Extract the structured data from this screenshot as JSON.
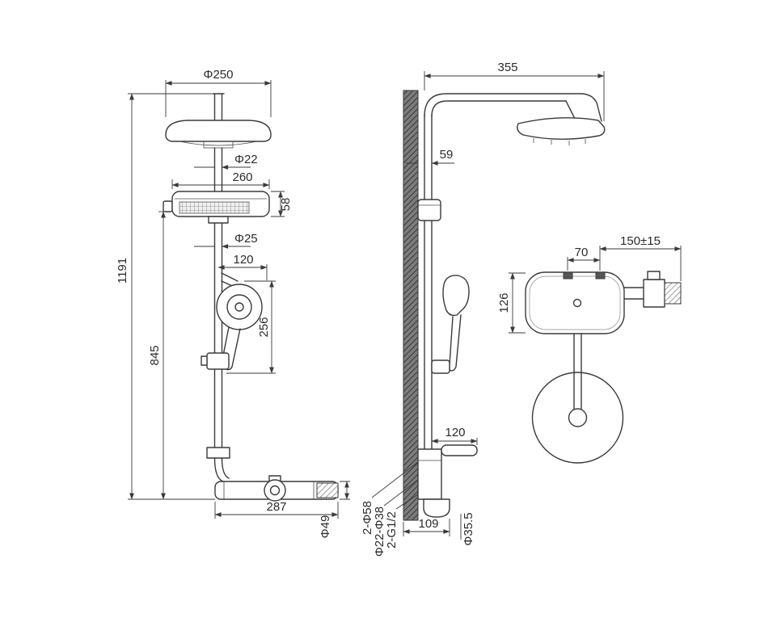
{
  "drawing": {
    "front_view": {
      "dim_head_diameter": "Φ250",
      "dim_total_height": "1191",
      "dim_upper_pipe_diameter": "Φ22",
      "dim_shelf_width": "260",
      "dim_shelf_height": "58",
      "dim_lower_pipe_diameter": "Φ25",
      "dim_handset_offset": "120",
      "dim_slide_span": "256",
      "dim_bar_height": "845",
      "dim_base_width": "287",
      "dim_spout_diameter": "Φ49"
    },
    "side_view": {
      "dim_arm_reach": "355",
      "dim_wall_clearance": "59",
      "dim_handle_reach": "120",
      "dim_spout_reach": "109",
      "dim_spout_diameter": "Φ35.5",
      "dim_escutcheons": "2-Φ58",
      "dim_cover_range": "Φ22-Φ38",
      "dim_thread_connections": "2-G1/2"
    },
    "top_view": {
      "dim_inlet_spacing": "70",
      "dim_inlet_distance_tolerance": "150±15",
      "dim_body_depth": "126"
    }
  }
}
